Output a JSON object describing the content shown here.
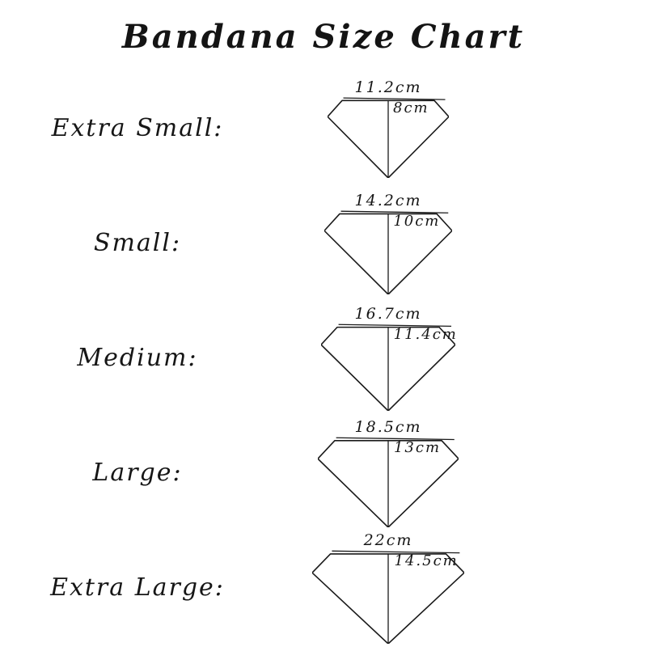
{
  "title": "Bandana Size Chart",
  "rows": [
    {
      "label": "Extra Small:",
      "width": "11.2cm",
      "height": "8cm"
    },
    {
      "label": "Small:",
      "width": "14.2cm",
      "height": "10cm"
    },
    {
      "label": "Medium:",
      "width": "16.7cm",
      "height": "11.4cm"
    },
    {
      "label": "Large:",
      "width": "18.5cm",
      "height": "13cm"
    },
    {
      "label": "Extra Large:",
      "width": "22cm",
      "height": "14.5cm"
    }
  ]
}
